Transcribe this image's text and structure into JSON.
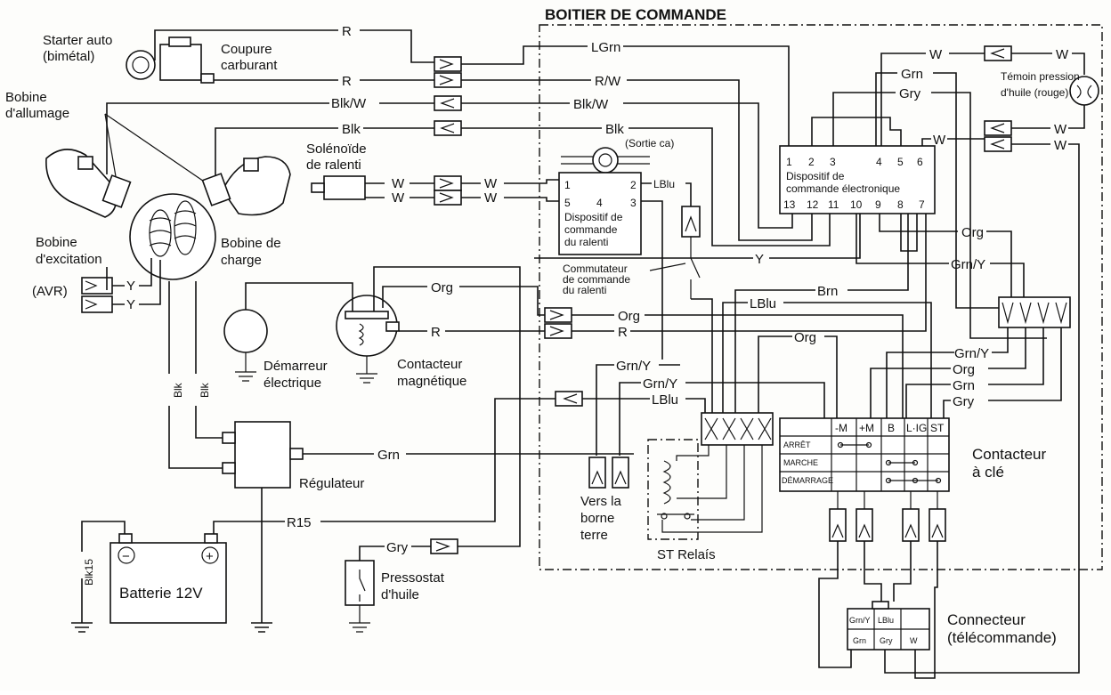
{
  "title": "BOITIER DE COMMANDE",
  "components": {
    "starter_auto": "Starter auto",
    "starter_auto_sub": "(bimétal)",
    "coupure": "Coupure",
    "coupure_sub": "carburant",
    "bobine_allumage": "Bobine",
    "bobine_allumage_sub": "d'allumage",
    "solenoide": "Solénoïde",
    "solenoide_sub": "de ralenti",
    "bobine_excitation": "Bobine",
    "bobine_excitation_sub": "d'excitation",
    "avr": "(AVR)",
    "bobine_charge": "Bobine de",
    "bobine_charge_sub": "charge",
    "demarreur": "Démarreur",
    "demarreur_sub": "électrique",
    "contacteur_mag": "Contacteur",
    "contacteur_mag_sub": "magnétique",
    "regulateur": "Régulateur",
    "batterie": "Batterie 12V",
    "pressostat": "Pressostat",
    "pressostat_sub": "d'huile",
    "sortie_ca": "(Sortie ca)",
    "ralenti_device_1": "Dispositif de",
    "ralenti_device_2": "commande",
    "ralenti_device_3": "du ralenti",
    "commutateur_1": "Commutateur",
    "commutateur_2": "de commande",
    "commutateur_3": "du ralenti",
    "elec_device_1": "Dispositif de",
    "elec_device_2": "commande électronique",
    "temoin_1": "Témoin pression",
    "temoin_2": "d'huile (rouge)",
    "vers_1": "Vers la",
    "vers_2": "borne",
    "vers_3": "terre",
    "st_relais": "ST Relaís",
    "contacteur_cle": "Contacteur",
    "contacteur_cle_sub": "à clé",
    "connecteur": "Connecteur",
    "connecteur_sub": "(télécommande)"
  },
  "wire_labels": {
    "r": "R",
    "lgrn": "LGrn",
    "rw": "R/W",
    "blkw": "Blk/W",
    "blk": "Blk",
    "w": "W",
    "grn": "Grn",
    "gry": "Gry",
    "y": "Y",
    "org": "Org",
    "lblu": "LBlu",
    "brn": "Brn",
    "grny": "Grn/Y",
    "r15": "R15",
    "blk15": "Blk15"
  },
  "pins": {
    "ralenti_top": [
      "1",
      "2"
    ],
    "ralenti_bottom": [
      "5",
      "4",
      "3"
    ],
    "elec_top": [
      "1",
      "2",
      "3",
      "4",
      "5",
      "6"
    ],
    "elec_bottom": [
      "13",
      "12",
      "11",
      "10",
      "9",
      "8",
      "7"
    ]
  },
  "key_switch": {
    "columns": [
      "-M",
      "+M",
      "B",
      "L·IG",
      "ST"
    ],
    "rows": [
      "ARRÊT",
      "MARCHE",
      "DÉMARRAGE"
    ]
  },
  "remote_connector": {
    "top": [
      "Grn/Y",
      "LBlu"
    ],
    "bottom": [
      "Grn",
      "Gry",
      "W"
    ]
  },
  "battery_signs": {
    "minus": "−",
    "plus": "+"
  }
}
